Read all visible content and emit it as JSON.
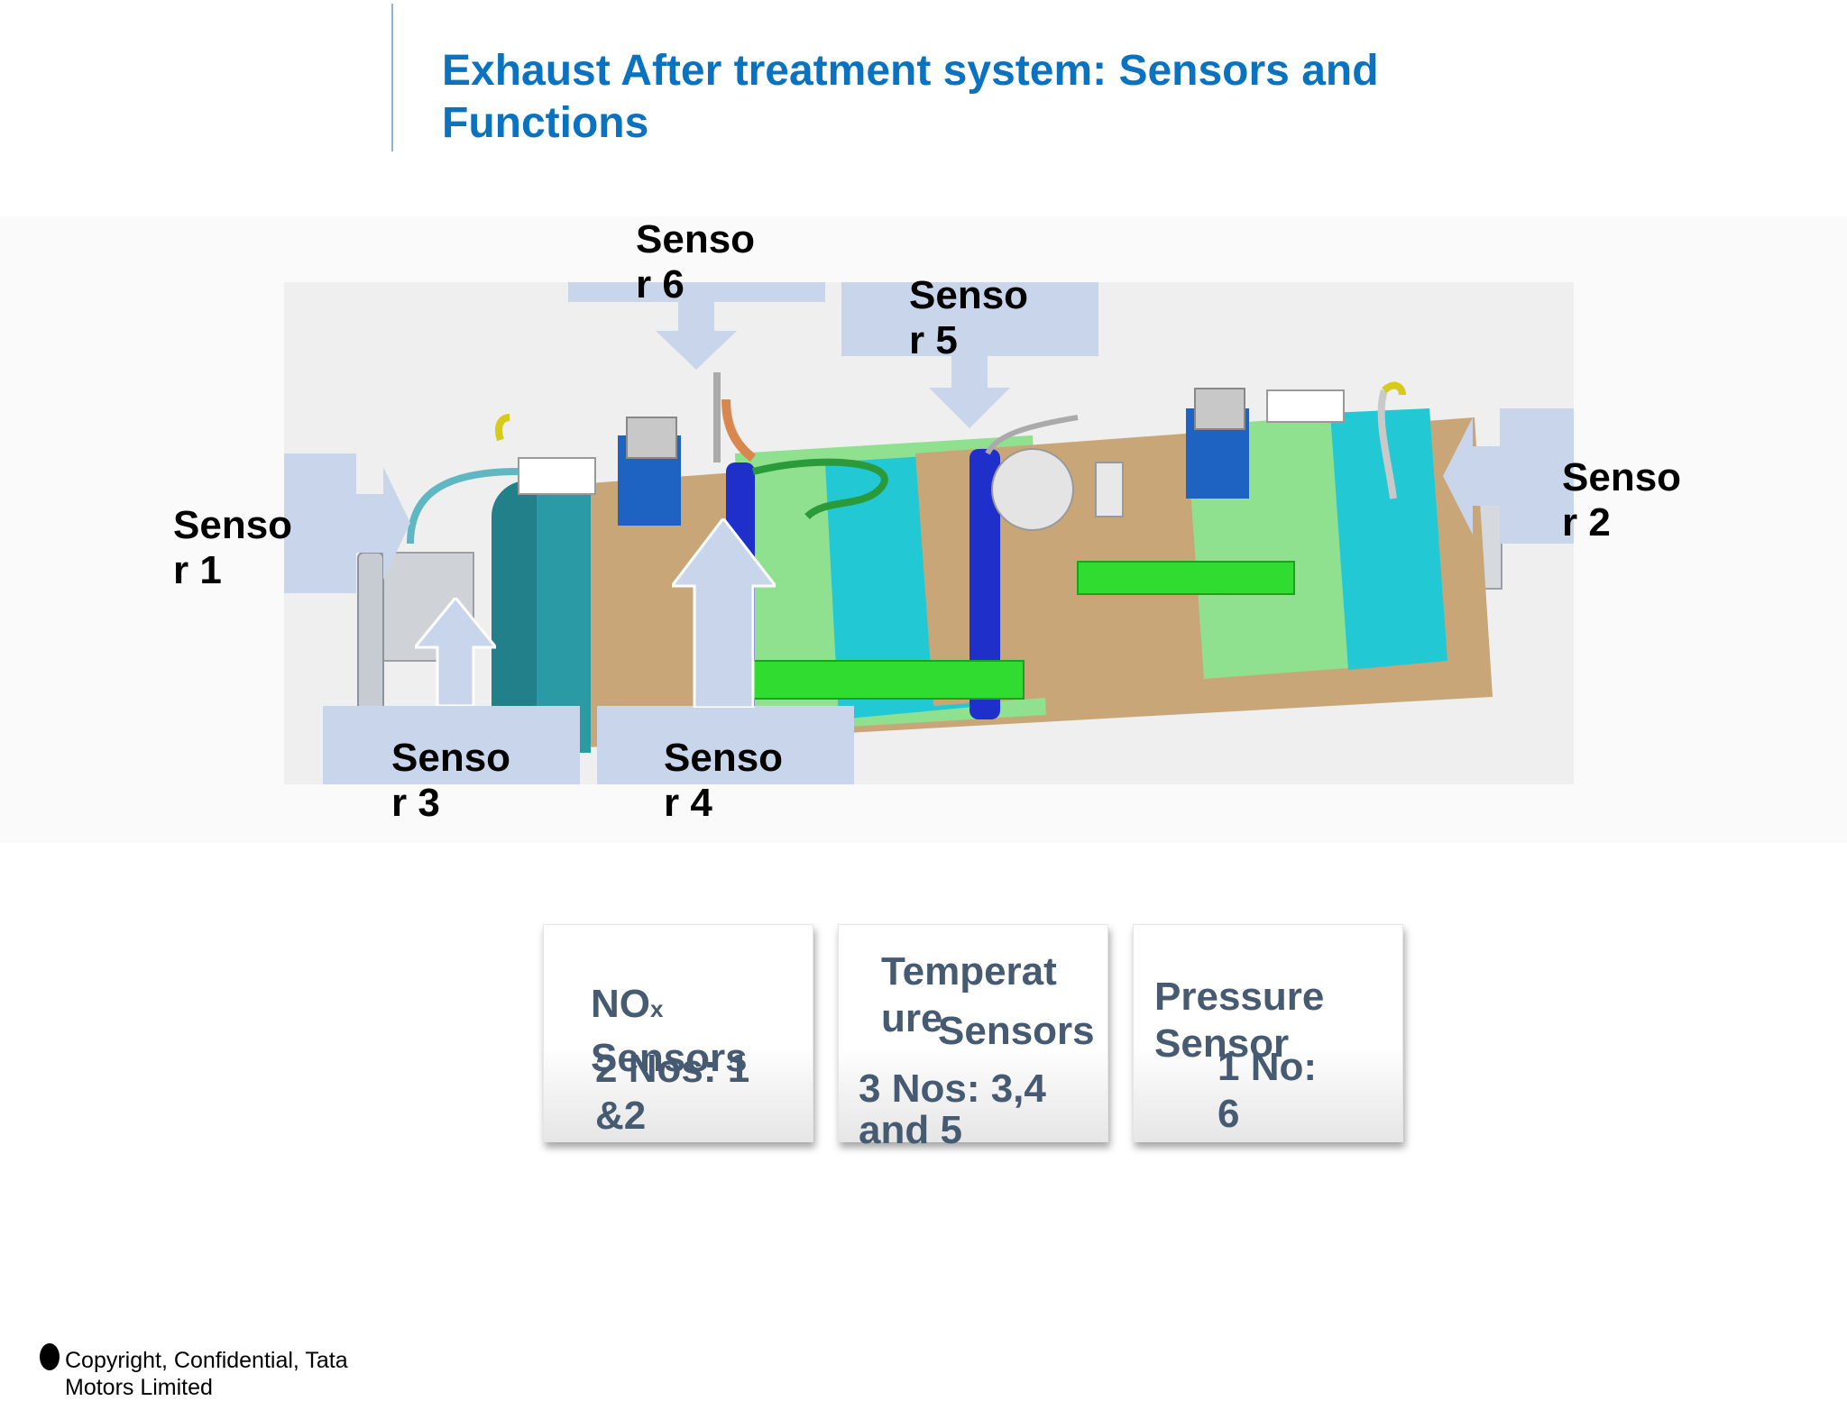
{
  "title": "Exhaust After treatment system: Sensors and Functions",
  "sensors": {
    "s1": [
      "Senso",
      "r 1"
    ],
    "s2": [
      "Senso",
      "r 2"
    ],
    "s3": [
      "Senso",
      "r 3"
    ],
    "s4": [
      "Senso",
      "r 4"
    ],
    "s5": [
      "Senso",
      "r 5"
    ],
    "s6": [
      "Senso",
      "r 6"
    ]
  },
  "cards": {
    "nox": {
      "name_main": "NO",
      "name_sub": "x",
      "name_line2": "Sensors",
      "count_line1": "2 Nos: 1",
      "count_line2": "&2"
    },
    "temperature": {
      "name_line1": "Temperat",
      "name_line2a": "ure",
      "name_line2b": "Sensors",
      "count_line1": "3 Nos: 3,4",
      "count_line2": "and 5"
    },
    "pressure": {
      "name_line1": "Pressure",
      "name_line2": "Sensor",
      "count_line1": "1 No:",
      "count_line2": "6"
    }
  },
  "footer": {
    "line1": "Copyright, Confidential, Tata",
    "line2": "Motors Limited"
  },
  "colors": {
    "title": "#0a72bf",
    "callout": "#c9d5ea",
    "card_text": "#465a72",
    "teal": "#21c7d3",
    "green": "#8fe08f",
    "tan": "#c9a677",
    "blue_band": "#1f2fc9"
  }
}
